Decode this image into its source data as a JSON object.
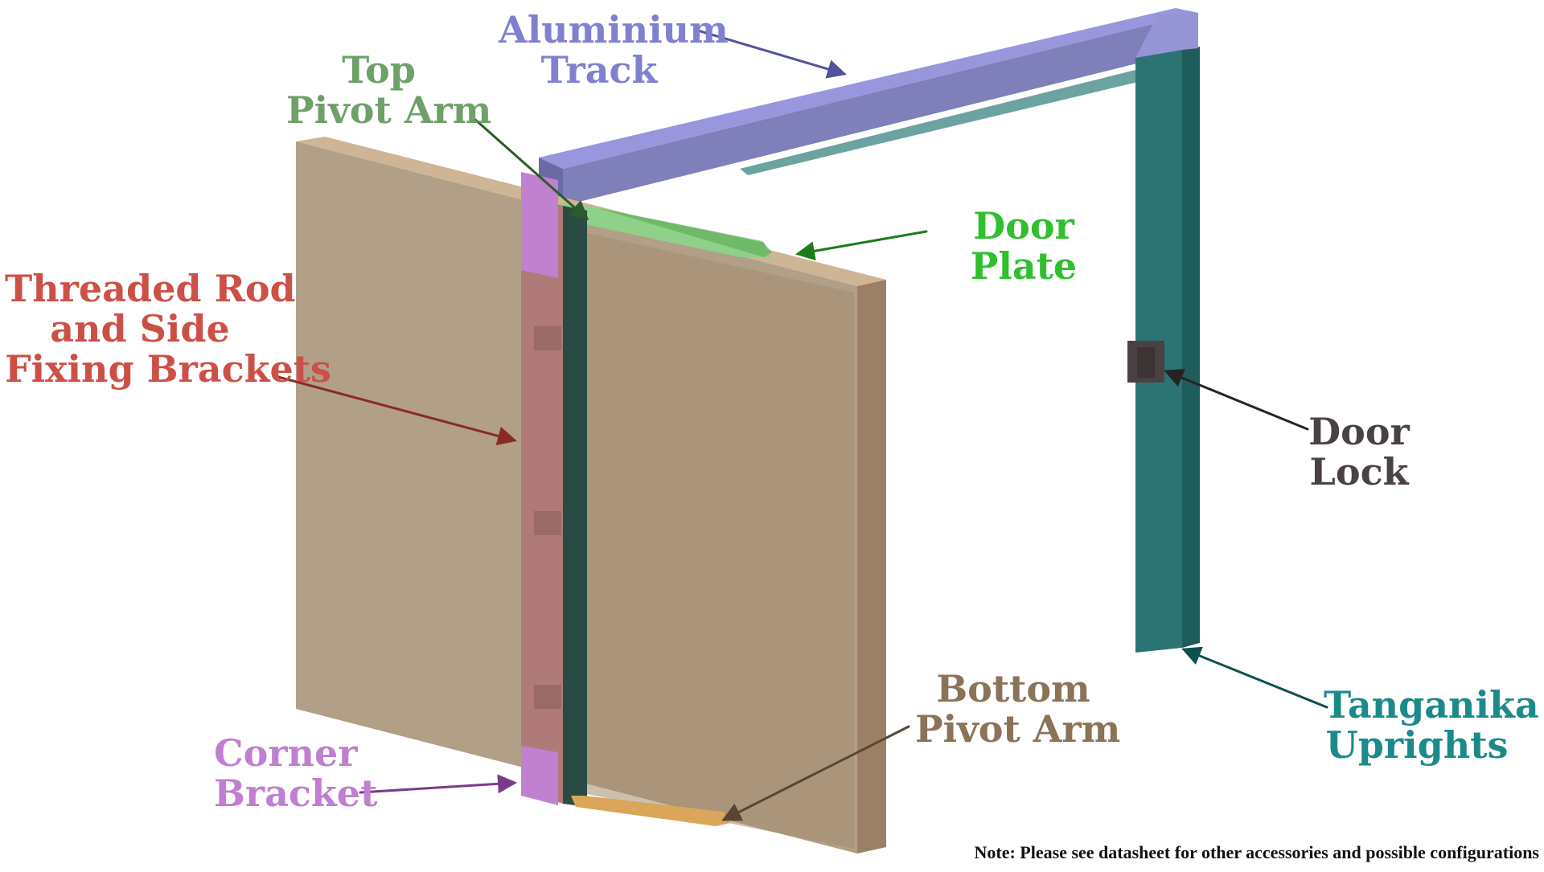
{
  "labels": {
    "track": {
      "lines": [
        "Aluminium",
        "Track"
      ],
      "color": "#8080d0"
    },
    "top_pivot": {
      "lines": [
        "Top",
        "Pivot Arm"
      ],
      "color": "#6fa06a"
    },
    "door_plate": {
      "lines": [
        "Door",
        "Plate"
      ],
      "color": "#2fbf2f"
    },
    "threaded_rod": {
      "lines": [
        "Threaded Rod",
        "and Side",
        "Fixing Brackets"
      ],
      "color": "#cc5046"
    },
    "door_lock": {
      "lines": [
        "Door",
        "Lock"
      ],
      "color": "#4a4242"
    },
    "bottom_pivot": {
      "lines": [
        "Bottom",
        "Pivot Arm"
      ],
      "color": "#8a7358"
    },
    "corner": {
      "lines": [
        "Corner",
        "Bracket"
      ],
      "color": "#c07fd0"
    },
    "uprights": {
      "lines": [
        "Tanganika",
        "Uprights"
      ],
      "color": "#1d8a8a"
    }
  },
  "note": "Note: Please see datasheet for other accessories and possible configurations",
  "colors": {
    "door_front": "#b29f88",
    "door_side": "#9c8066",
    "door_top": "#cdb595",
    "track_top": "#9896dc",
    "track_front": "#7f7fb9",
    "upright": "#2c7474",
    "upright_dark": "#1f5c5c",
    "top_plate": "#8fd08a",
    "threaded_rod": "#b07a78",
    "corner_bracket": "#c081cf",
    "bottom_arm": "#d9a65a",
    "lock": "#4a4242"
  }
}
